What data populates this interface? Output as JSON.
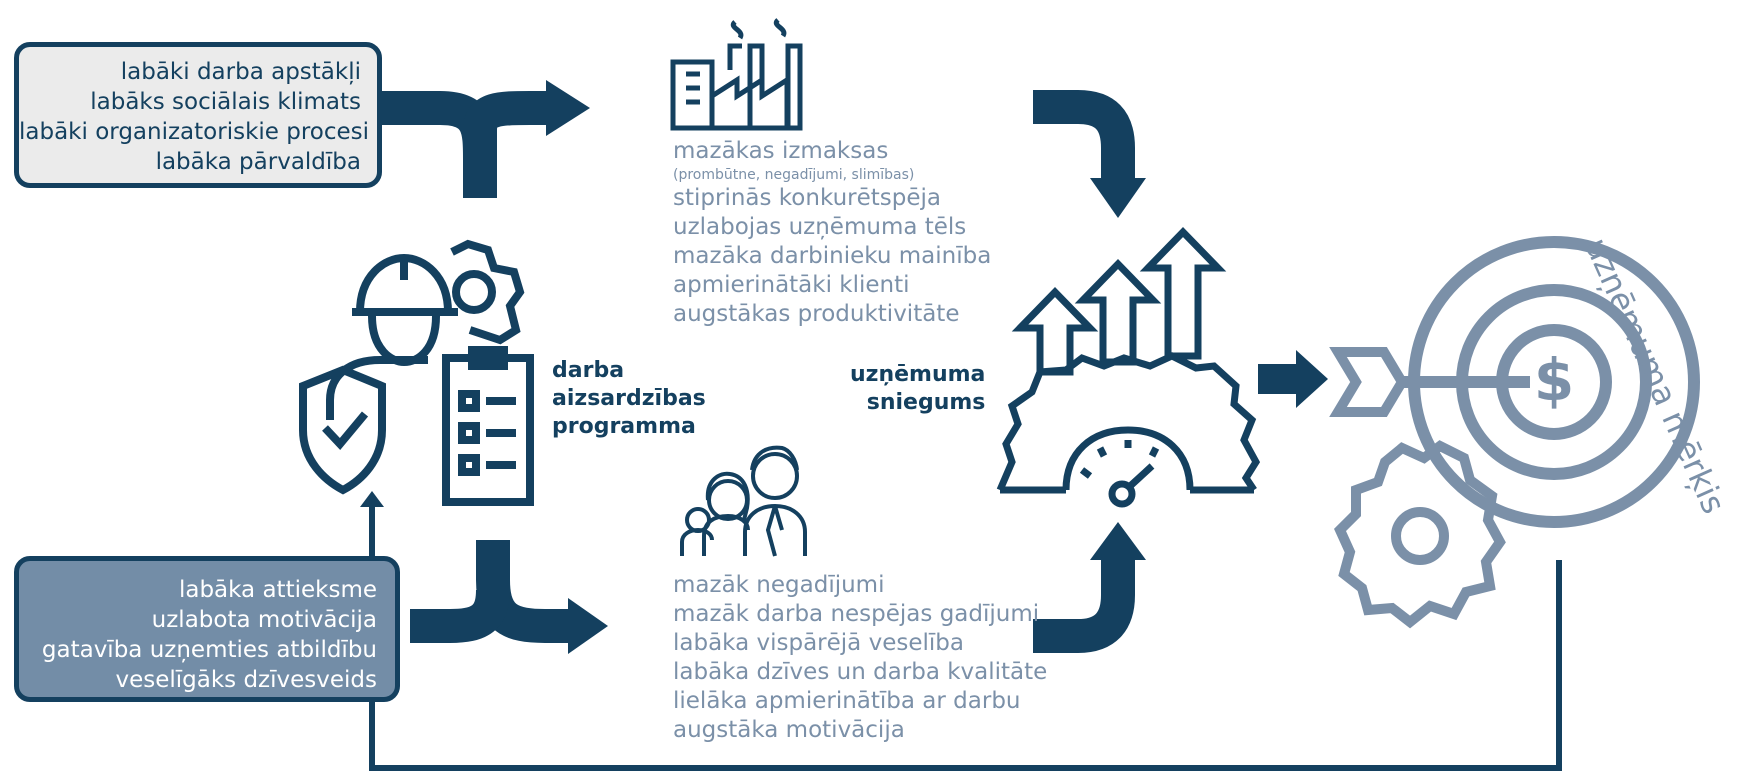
{
  "top_box": {
    "lines": [
      "labāki darba apstākļi",
      "labāks sociālais klimats",
      "labāki organizatoriskie procesi",
      "labāka pārvaldība"
    ]
  },
  "bottom_box": {
    "lines": [
      "labāka attieksme",
      "uzlabota motivācija",
      "gatavība uzņemties atbildību",
      "veselīgāks dzīvesveids"
    ]
  },
  "costs_list": {
    "first": "mazākas izmaksas",
    "note": "(prombūtne, negadījumi, slimības)",
    "items": [
      "stiprinās konkurētspēja",
      "uzlabojas uzņēmuma tēls",
      "mazāka darbinieku mainība",
      "apmierinātāki klienti",
      "augstākas produktivitāte"
    ]
  },
  "health_list": {
    "items": [
      "mazāk negadījumi",
      "mazāk darba nespējas gadījumi",
      "labāka vispārējā veselība",
      "labāka dzīves un darba kvalitāte",
      "lielāka apmierinātība ar darbu",
      "augstāka motivācija"
    ]
  },
  "program_label": {
    "lines": [
      "darba",
      "aizsardzības",
      "programma"
    ]
  },
  "performance_label": {
    "lines": [
      "uzņēmuma",
      "sniegums"
    ]
  },
  "goal_label": "uzņēmuma mērķis",
  "colors": {
    "dark": "#14405f",
    "muted": "#7b90a8",
    "light_box": "#ebebeb",
    "slate_box": "#738da7"
  },
  "icons": [
    "factory-icon",
    "worker-safety-icon",
    "family-icon",
    "performance-gauge-icon",
    "target-goal-icon"
  ]
}
